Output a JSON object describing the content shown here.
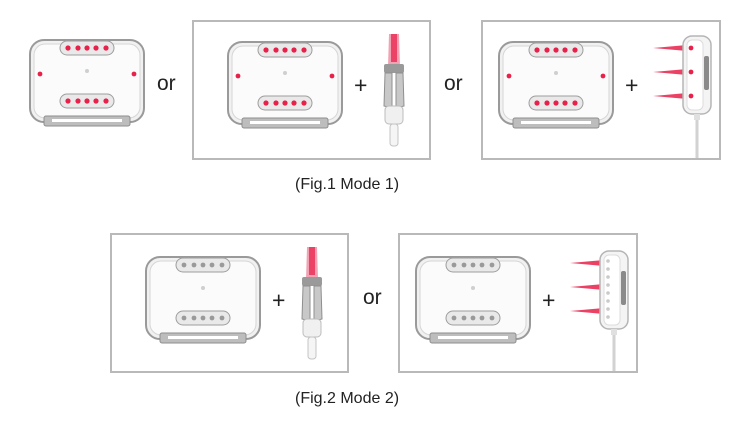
{
  "figure1": {
    "caption": "(Fig.1 Mode 1)",
    "separators": [
      "or",
      "or"
    ],
    "plus_signs": [
      "+",
      "+"
    ]
  },
  "figure2": {
    "caption": "(Fig.2 Mode 2)",
    "separators": [
      "or"
    ],
    "plus_signs": [
      "+",
      "+"
    ]
  },
  "colors": {
    "panel_border": "#b9b9b9",
    "laser_red": "#e8214b",
    "device_body": "#f2f2f2",
    "metal_frame": "#9a9a9a"
  },
  "icons": [
    "laser-device-main-unit",
    "laser-comb-probe",
    "laser-pad-applicator"
  ]
}
